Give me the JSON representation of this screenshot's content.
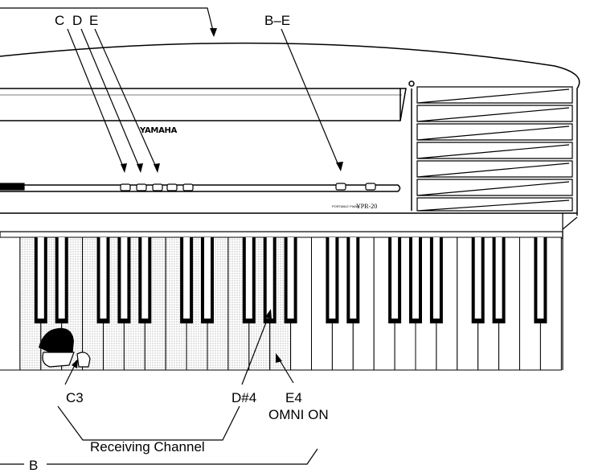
{
  "labels": {
    "c": "C",
    "d": "D",
    "e": "E",
    "b_e": "B–E",
    "brand": "YAMAHA",
    "model_small": "PORTABLE PIANO",
    "model": "YPR-20",
    "c3": "C3",
    "d_sharp_4": "D#4",
    "e4": "E4",
    "omni_on": "OMNI ON",
    "receiving_channel": "Receiving Channel",
    "b": "B"
  },
  "keyboard": {
    "white_key_count": 27,
    "black_key_count": 18,
    "highlighted_range": "C3 to D#4"
  }
}
